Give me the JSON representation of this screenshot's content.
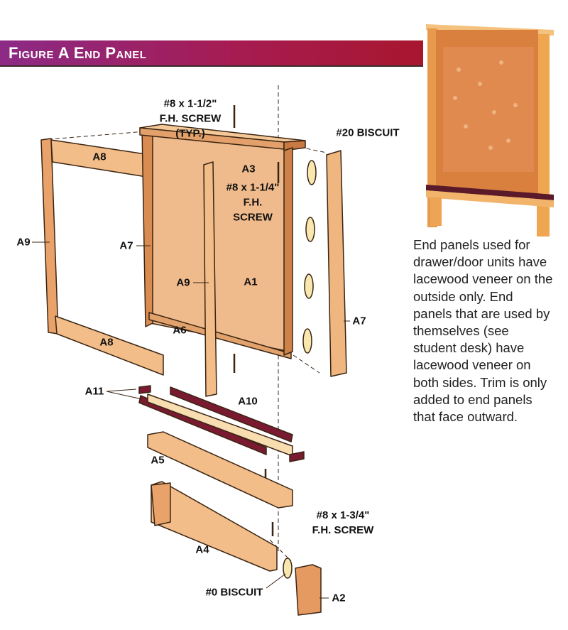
{
  "header": {
    "title": "Figure A  End Panel"
  },
  "callouts": {
    "screw_top": "#8 x 1-1/2\"\nF.H. SCREW\n(TYP.)",
    "biscuit20": "#20 BISCUIT",
    "screw_mid": "#8 x 1-1/4\"\nF.H.\nSCREW",
    "screw_bottom": "#8 x 1-3/4\"\nF.H. SCREW",
    "biscuit0": "#0 BISCUIT"
  },
  "parts": {
    "a8_top": "A8",
    "a3": "A3",
    "a9_left": "A9",
    "a7_left": "A7",
    "a9_mid": "A9",
    "a1": "A1",
    "a7_right": "A7",
    "a8_bottom": "A8",
    "a6": "A6",
    "a11": "A11",
    "a10": "A10",
    "a5": "A5",
    "a4": "A4",
    "a2": "A2"
  },
  "note": "End panels used for drawer/door units have lacewood veneer on the outside only. End panels that are used by themselves (see student desk) have lacewood veneer on both sides. Trim is only added to end panels that face outward.",
  "colors": {
    "header_start": "#8c2a86",
    "header_end": "#a8162e",
    "wood": "#f2bd88",
    "wood_dark": "#d88a4e",
    "trim": "#7a1a30"
  }
}
